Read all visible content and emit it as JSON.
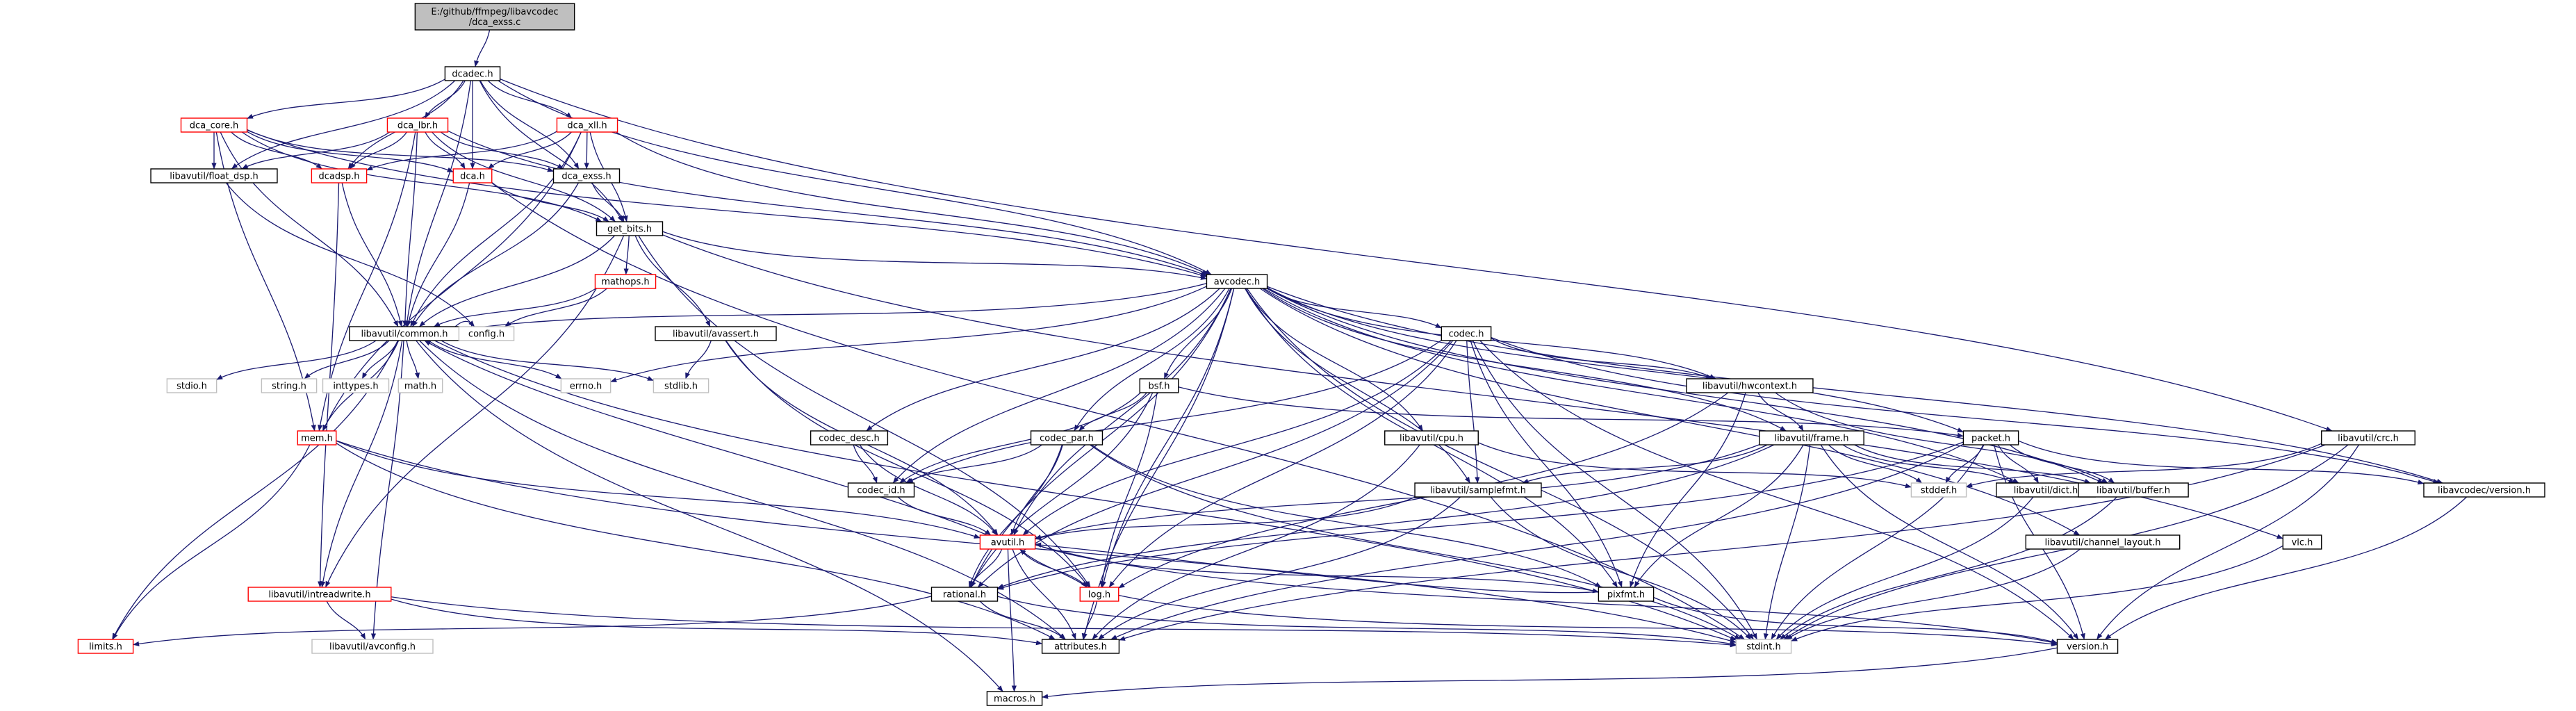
{
  "colors": {
    "root_fill": "#bfbfbf",
    "root_stroke": "#000000",
    "normal_stroke": "#000000",
    "red_stroke": "#ff0000",
    "gray_stroke": "#bfbfbf",
    "edge": "#191970",
    "background": "#ffffff"
  },
  "nodes": [
    {
      "id": "root",
      "lines": [
        "E:/github/ffmpeg/libavcodec",
        "/dca_exss.c"
      ],
      "style": "root"
    },
    {
      "id": "dcadec",
      "lines": [
        "dcadec.h"
      ],
      "style": "normal"
    },
    {
      "id": "dca_core",
      "lines": [
        "dca_core.h"
      ],
      "style": "red"
    },
    {
      "id": "dca_lbr",
      "lines": [
        "dca_lbr.h"
      ],
      "style": "red"
    },
    {
      "id": "dca_xll",
      "lines": [
        "dca_xll.h"
      ],
      "style": "red"
    },
    {
      "id": "float_dsp",
      "lines": [
        "libavutil/float_dsp.h"
      ],
      "style": "normal"
    },
    {
      "id": "dcadsp",
      "lines": [
        "dcadsp.h"
      ],
      "style": "red"
    },
    {
      "id": "dca",
      "lines": [
        "dca.h"
      ],
      "style": "red"
    },
    {
      "id": "dca_exss",
      "lines": [
        "dca_exss.h"
      ],
      "style": "normal"
    },
    {
      "id": "get_bits",
      "lines": [
        "get_bits.h"
      ],
      "style": "normal"
    },
    {
      "id": "mathops",
      "lines": [
        "mathops.h"
      ],
      "style": "red"
    },
    {
      "id": "avcodec",
      "lines": [
        "avcodec.h"
      ],
      "style": "normal"
    },
    {
      "id": "common",
      "lines": [
        "libavutil/common.h"
      ],
      "style": "normal"
    },
    {
      "id": "config",
      "lines": [
        "config.h"
      ],
      "style": "gray"
    },
    {
      "id": "avassert",
      "lines": [
        "libavutil/avassert.h"
      ],
      "style": "normal"
    },
    {
      "id": "codec",
      "lines": [
        "codec.h"
      ],
      "style": "normal"
    },
    {
      "id": "stdio",
      "lines": [
        "stdio.h"
      ],
      "style": "gray"
    },
    {
      "id": "string",
      "lines": [
        "string.h"
      ],
      "style": "gray"
    },
    {
      "id": "inttypes",
      "lines": [
        "inttypes.h"
      ],
      "style": "gray"
    },
    {
      "id": "math",
      "lines": [
        "math.h"
      ],
      "style": "gray"
    },
    {
      "id": "errno",
      "lines": [
        "errno.h"
      ],
      "style": "gray"
    },
    {
      "id": "stdlib",
      "lines": [
        "stdlib.h"
      ],
      "style": "gray"
    },
    {
      "id": "bsf",
      "lines": [
        "bsf.h"
      ],
      "style": "normal"
    },
    {
      "id": "hwcontext",
      "lines": [
        "libavutil/hwcontext.h"
      ],
      "style": "normal"
    },
    {
      "id": "mem",
      "lines": [
        "mem.h"
      ],
      "style": "red"
    },
    {
      "id": "codec_desc",
      "lines": [
        "codec_desc.h"
      ],
      "style": "normal"
    },
    {
      "id": "codec_par",
      "lines": [
        "codec_par.h"
      ],
      "style": "normal"
    },
    {
      "id": "cpu",
      "lines": [
        "libavutil/cpu.h"
      ],
      "style": "normal"
    },
    {
      "id": "frame",
      "lines": [
        "libavutil/frame.h"
      ],
      "style": "normal"
    },
    {
      "id": "packet",
      "lines": [
        "packet.h"
      ],
      "style": "normal"
    },
    {
      "id": "crc",
      "lines": [
        "libavutil/crc.h"
      ],
      "style": "normal"
    },
    {
      "id": "codec_id",
      "lines": [
        "codec_id.h"
      ],
      "style": "normal"
    },
    {
      "id": "samplefmt",
      "lines": [
        "libavutil/samplefmt.h"
      ],
      "style": "normal"
    },
    {
      "id": "stddef",
      "lines": [
        "stddef.h"
      ],
      "style": "gray"
    },
    {
      "id": "dict",
      "lines": [
        "libavutil/dict.h"
      ],
      "style": "normal"
    },
    {
      "id": "buffer",
      "lines": [
        "libavutil/buffer.h"
      ],
      "style": "normal"
    },
    {
      "id": "lcversion",
      "lines": [
        "libavcodec/version.h"
      ],
      "style": "normal"
    },
    {
      "id": "avutil",
      "lines": [
        "avutil.h"
      ],
      "style": "red"
    },
    {
      "id": "channel_layout",
      "lines": [
        "libavutil/channel_layout.h"
      ],
      "style": "normal"
    },
    {
      "id": "vlc",
      "lines": [
        "vlc.h"
      ],
      "style": "normal"
    },
    {
      "id": "intreadwrite",
      "lines": [
        "libavutil/intreadwrite.h"
      ],
      "style": "red"
    },
    {
      "id": "rational",
      "lines": [
        "rational.h"
      ],
      "style": "normal"
    },
    {
      "id": "log",
      "lines": [
        "log.h"
      ],
      "style": "red"
    },
    {
      "id": "pixfmt",
      "lines": [
        "pixfmt.h"
      ],
      "style": "normal"
    },
    {
      "id": "limits",
      "lines": [
        "limits.h"
      ],
      "style": "red"
    },
    {
      "id": "avconfig",
      "lines": [
        "libavutil/avconfig.h"
      ],
      "style": "gray"
    },
    {
      "id": "attributes",
      "lines": [
        "attributes.h"
      ],
      "style": "normal"
    },
    {
      "id": "stdint",
      "lines": [
        "stdint.h"
      ],
      "style": "gray"
    },
    {
      "id": "version",
      "lines": [
        "version.h"
      ],
      "style": "normal"
    },
    {
      "id": "macros",
      "lines": [
        "macros.h"
      ],
      "style": "normal"
    }
  ],
  "edges": [
    [
      "root",
      "dcadec"
    ],
    [
      "dcadec",
      "dca_core"
    ],
    [
      "dcadec",
      "dca_lbr"
    ],
    [
      "dcadec",
      "dca_xll"
    ],
    [
      "dcadec",
      "float_dsp"
    ],
    [
      "dcadec",
      "dcadsp"
    ],
    [
      "dcadec",
      "dca"
    ],
    [
      "dcadec",
      "dca_exss"
    ],
    [
      "dcadec",
      "get_bits"
    ],
    [
      "dcadec",
      "avcodec"
    ],
    [
      "dcadec",
      "common"
    ],
    [
      "dcadec",
      "crc"
    ],
    [
      "dca_core",
      "float_dsp"
    ],
    [
      "dca_core",
      "dcadsp"
    ],
    [
      "dca_core",
      "dca"
    ],
    [
      "dca_core",
      "dca_exss"
    ],
    [
      "dca_core",
      "get_bits"
    ],
    [
      "dca_core",
      "common"
    ],
    [
      "dca_core",
      "mem"
    ],
    [
      "dca_core",
      "avcodec"
    ],
    [
      "dca_lbr",
      "float_dsp"
    ],
    [
      "dca_lbr",
      "dcadsp"
    ],
    [
      "dca_lbr",
      "dca"
    ],
    [
      "dca_lbr",
      "dca_exss"
    ],
    [
      "dca_lbr",
      "get_bits"
    ],
    [
      "dca_lbr",
      "common"
    ],
    [
      "dca_lbr",
      "mem"
    ],
    [
      "dca_lbr",
      "avcodec"
    ],
    [
      "dca_xll",
      "dcadsp"
    ],
    [
      "dca_xll",
      "dca"
    ],
    [
      "dca_xll",
      "dca_exss"
    ],
    [
      "dca_xll",
      "get_bits"
    ],
    [
      "dca_xll",
      "common"
    ],
    [
      "dca_xll",
      "mem"
    ],
    [
      "dca_xll",
      "avcodec"
    ],
    [
      "float_dsp",
      "config"
    ],
    [
      "dcadsp",
      "common"
    ],
    [
      "dcadsp",
      "intreadwrite"
    ],
    [
      "dca",
      "get_bits"
    ],
    [
      "dca",
      "common"
    ],
    [
      "dca",
      "stdint"
    ],
    [
      "dca_exss",
      "get_bits"
    ],
    [
      "dca_exss",
      "common"
    ],
    [
      "get_bits",
      "mathops"
    ],
    [
      "get_bits",
      "avassert"
    ],
    [
      "get_bits",
      "avcodec"
    ],
    [
      "get_bits",
      "common"
    ],
    [
      "get_bits",
      "intreadwrite"
    ],
    [
      "get_bits",
      "log"
    ],
    [
      "get_bits",
      "vlc"
    ],
    [
      "mathops",
      "config"
    ],
    [
      "mathops",
      "common"
    ],
    [
      "avcodec",
      "common"
    ],
    [
      "avcodec",
      "codec"
    ],
    [
      "avcodec",
      "bsf"
    ],
    [
      "avcodec",
      "hwcontext"
    ],
    [
      "avcodec",
      "codec_desc"
    ],
    [
      "avcodec",
      "codec_par"
    ],
    [
      "avcodec",
      "cpu"
    ],
    [
      "avcodec",
      "frame"
    ],
    [
      "avcodec",
      "packet"
    ],
    [
      "avcodec",
      "dict"
    ],
    [
      "avcodec",
      "buffer"
    ],
    [
      "avcodec",
      "lcversion"
    ],
    [
      "avcodec",
      "samplefmt"
    ],
    [
      "avcodec",
      "avutil"
    ],
    [
      "avcodec",
      "rational"
    ],
    [
      "avcodec",
      "log"
    ],
    [
      "avcodec",
      "pixfmt"
    ],
    [
      "avcodec",
      "attributes"
    ],
    [
      "avcodec",
      "errno"
    ],
    [
      "avcodec",
      "stdint"
    ],
    [
      "avcodec",
      "codec_id"
    ],
    [
      "avcodec",
      "channel_layout"
    ],
    [
      "common",
      "stdio"
    ],
    [
      "common",
      "string"
    ],
    [
      "common",
      "inttypes"
    ],
    [
      "common",
      "math"
    ],
    [
      "common",
      "errno"
    ],
    [
      "common",
      "stdlib"
    ],
    [
      "common",
      "mem"
    ],
    [
      "common",
      "limits"
    ],
    [
      "common",
      "attributes"
    ],
    [
      "common",
      "macros"
    ],
    [
      "common",
      "avconfig"
    ],
    [
      "common",
      "intreadwrite"
    ],
    [
      "common",
      "stdint"
    ],
    [
      "common",
      "config"
    ],
    [
      "common",
      "common"
    ],
    [
      "avassert",
      "stdlib"
    ],
    [
      "avassert",
      "avutil"
    ],
    [
      "avassert",
      "log"
    ],
    [
      "codec",
      "avutil"
    ],
    [
      "codec",
      "rational"
    ],
    [
      "codec",
      "log"
    ],
    [
      "codec",
      "hwcontext"
    ],
    [
      "codec",
      "codec_id"
    ],
    [
      "codec",
      "samplefmt"
    ],
    [
      "codec",
      "pixfmt"
    ],
    [
      "codec",
      "stdint"
    ],
    [
      "codec",
      "lcversion"
    ],
    [
      "codec",
      "version"
    ],
    [
      "bsf",
      "packet"
    ],
    [
      "bsf",
      "codec_id"
    ],
    [
      "bsf",
      "codec_par"
    ],
    [
      "bsf",
      "log"
    ],
    [
      "bsf",
      "rational"
    ],
    [
      "hwcontext",
      "buffer"
    ],
    [
      "hwcontext",
      "frame"
    ],
    [
      "hwcontext",
      "log"
    ],
    [
      "hwcontext",
      "pixfmt"
    ],
    [
      "mem",
      "avutil"
    ],
    [
      "mem",
      "limits"
    ],
    [
      "mem",
      "attributes"
    ],
    [
      "mem",
      "stdint"
    ],
    [
      "codec_desc",
      "codec_id"
    ],
    [
      "codec_desc",
      "avutil"
    ],
    [
      "codec_par",
      "codec_id"
    ],
    [
      "codec_par",
      "avutil"
    ],
    [
      "codec_par",
      "rational"
    ],
    [
      "codec_par",
      "pixfmt"
    ],
    [
      "codec_par",
      "stdint"
    ],
    [
      "cpu",
      "attributes"
    ],
    [
      "cpu",
      "stddef"
    ],
    [
      "frame",
      "avutil"
    ],
    [
      "frame",
      "buffer"
    ],
    [
      "frame",
      "dict"
    ],
    [
      "frame",
      "rational"
    ],
    [
      "frame",
      "samplefmt"
    ],
    [
      "frame",
      "pixfmt"
    ],
    [
      "frame",
      "stdint"
    ],
    [
      "frame",
      "stddef"
    ],
    [
      "frame",
      "version"
    ],
    [
      "packet",
      "attributes"
    ],
    [
      "packet",
      "buffer"
    ],
    [
      "packet",
      "dict"
    ],
    [
      "packet",
      "rational"
    ],
    [
      "packet",
      "lcversion"
    ],
    [
      "packet",
      "stdint"
    ],
    [
      "packet",
      "stddef"
    ],
    [
      "packet",
      "version"
    ],
    [
      "crc",
      "attributes"
    ],
    [
      "crc",
      "stdint"
    ],
    [
      "crc",
      "stddef"
    ],
    [
      "crc",
      "version"
    ],
    [
      "codec_id",
      "avutil"
    ],
    [
      "samplefmt",
      "avutil"
    ],
    [
      "samplefmt",
      "attributes"
    ],
    [
      "samplefmt",
      "stdint"
    ],
    [
      "dict",
      "stdint"
    ],
    [
      "buffer",
      "stdint"
    ],
    [
      "lcversion",
      "version"
    ],
    [
      "avutil",
      "common"
    ],
    [
      "avutil",
      "attributes"
    ],
    [
      "avutil",
      "log"
    ],
    [
      "avutil",
      "rational"
    ],
    [
      "avutil",
      "pixfmt"
    ],
    [
      "avutil",
      "version"
    ],
    [
      "avutil",
      "macros"
    ],
    [
      "channel_layout",
      "stdint"
    ],
    [
      "vlc",
      "stdint"
    ],
    [
      "intreadwrite",
      "avconfig"
    ],
    [
      "intreadwrite",
      "attributes"
    ],
    [
      "intreadwrite",
      "stdint"
    ],
    [
      "rational",
      "attributes"
    ],
    [
      "rational",
      "limits"
    ],
    [
      "rational",
      "stdint"
    ],
    [
      "log",
      "avutil"
    ],
    [
      "log",
      "attributes"
    ],
    [
      "log",
      "version"
    ],
    [
      "pixfmt",
      "avutil"
    ],
    [
      "pixfmt",
      "version"
    ],
    [
      "version",
      "macros"
    ]
  ]
}
